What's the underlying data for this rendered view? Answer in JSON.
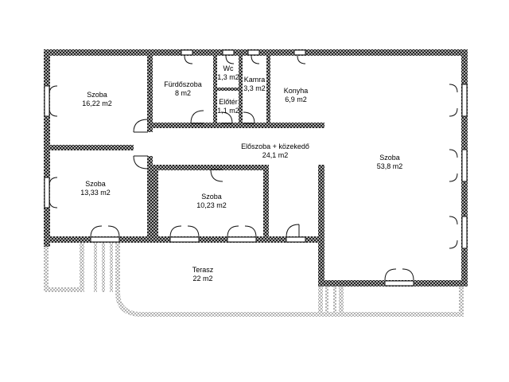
{
  "colors": {
    "wall": "#111111",
    "terrace_wall": "#8a8a8a",
    "background": "#ffffff"
  },
  "rooms": [
    {
      "id": "szoba-nw",
      "name": "Szoba",
      "area": "16,22 m2"
    },
    {
      "id": "furdoszoba",
      "name": "Fürdőszoba",
      "area": "8 m2"
    },
    {
      "id": "wc",
      "name": "Wc",
      "area": "1,3 m2"
    },
    {
      "id": "kamra",
      "name": "Kamra",
      "area": "3,3 m2"
    },
    {
      "id": "eloter",
      "name": "Előtér",
      "area": "1,1 m2"
    },
    {
      "id": "konyha",
      "name": "Konyha",
      "area": "6,9 m2"
    },
    {
      "id": "eloszoba",
      "name": "Előszoba + közekedő",
      "area": "24,1 m2"
    },
    {
      "id": "szoba-w",
      "name": "Szoba",
      "area": "13,33 m2"
    },
    {
      "id": "szoba-mid",
      "name": "Szoba",
      "area": "10,23 m2"
    },
    {
      "id": "szoba-e",
      "name": "Szoba",
      "area": "53,8 m2"
    },
    {
      "id": "terasz",
      "name": "Terasz",
      "area": "22 m2"
    }
  ]
}
